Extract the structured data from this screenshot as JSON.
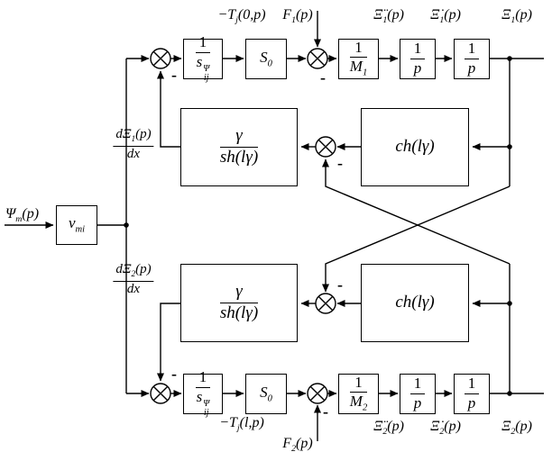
{
  "blocks": {
    "nu": "ν<sub>mi</sub>",
    "one": "1",
    "s_base": "s",
    "s_sup": "Ψ",
    "s_sub": "ij",
    "s0": "S<sub>0</sub>",
    "m1": "M<sub>1</sub>",
    "m2": "M<sub>2</sub>",
    "p": "p",
    "gamma": "γ",
    "sh": "sh(lγ)",
    "ch": "ch(lγ)"
  },
  "labels": {
    "psi_in": "Ψ<sub>m</sub>(p)",
    "t_top": "−T<sub>j</sub>(0,p)",
    "f1": "F<sub>1</sub>(p)",
    "xi1_dd": "Ξ̈<sub>1</sub>(p)",
    "xi1_d": "Ξ̇<sub>1</sub>(p)",
    "xi1": "Ξ<sub>1</sub>(p)",
    "dxi1_num": "dΞ<sub>1</sub>(p)",
    "dx": "dx",
    "dxi2_num": "dΞ<sub>2</sub>(p)",
    "t_bot": "−T<sub>j</sub>(l,p)",
    "f2": "F<sub>2</sub>(p)",
    "xi2_dd": "Ξ̈<sub>2</sub>(p)",
    "xi2_d": "Ξ̇<sub>2</sub>(p)",
    "xi2": "Ξ<sub>2</sub>(p)",
    "minus": "-"
  },
  "colors": {
    "stroke": "#000000",
    "background": "#ffffff"
  }
}
